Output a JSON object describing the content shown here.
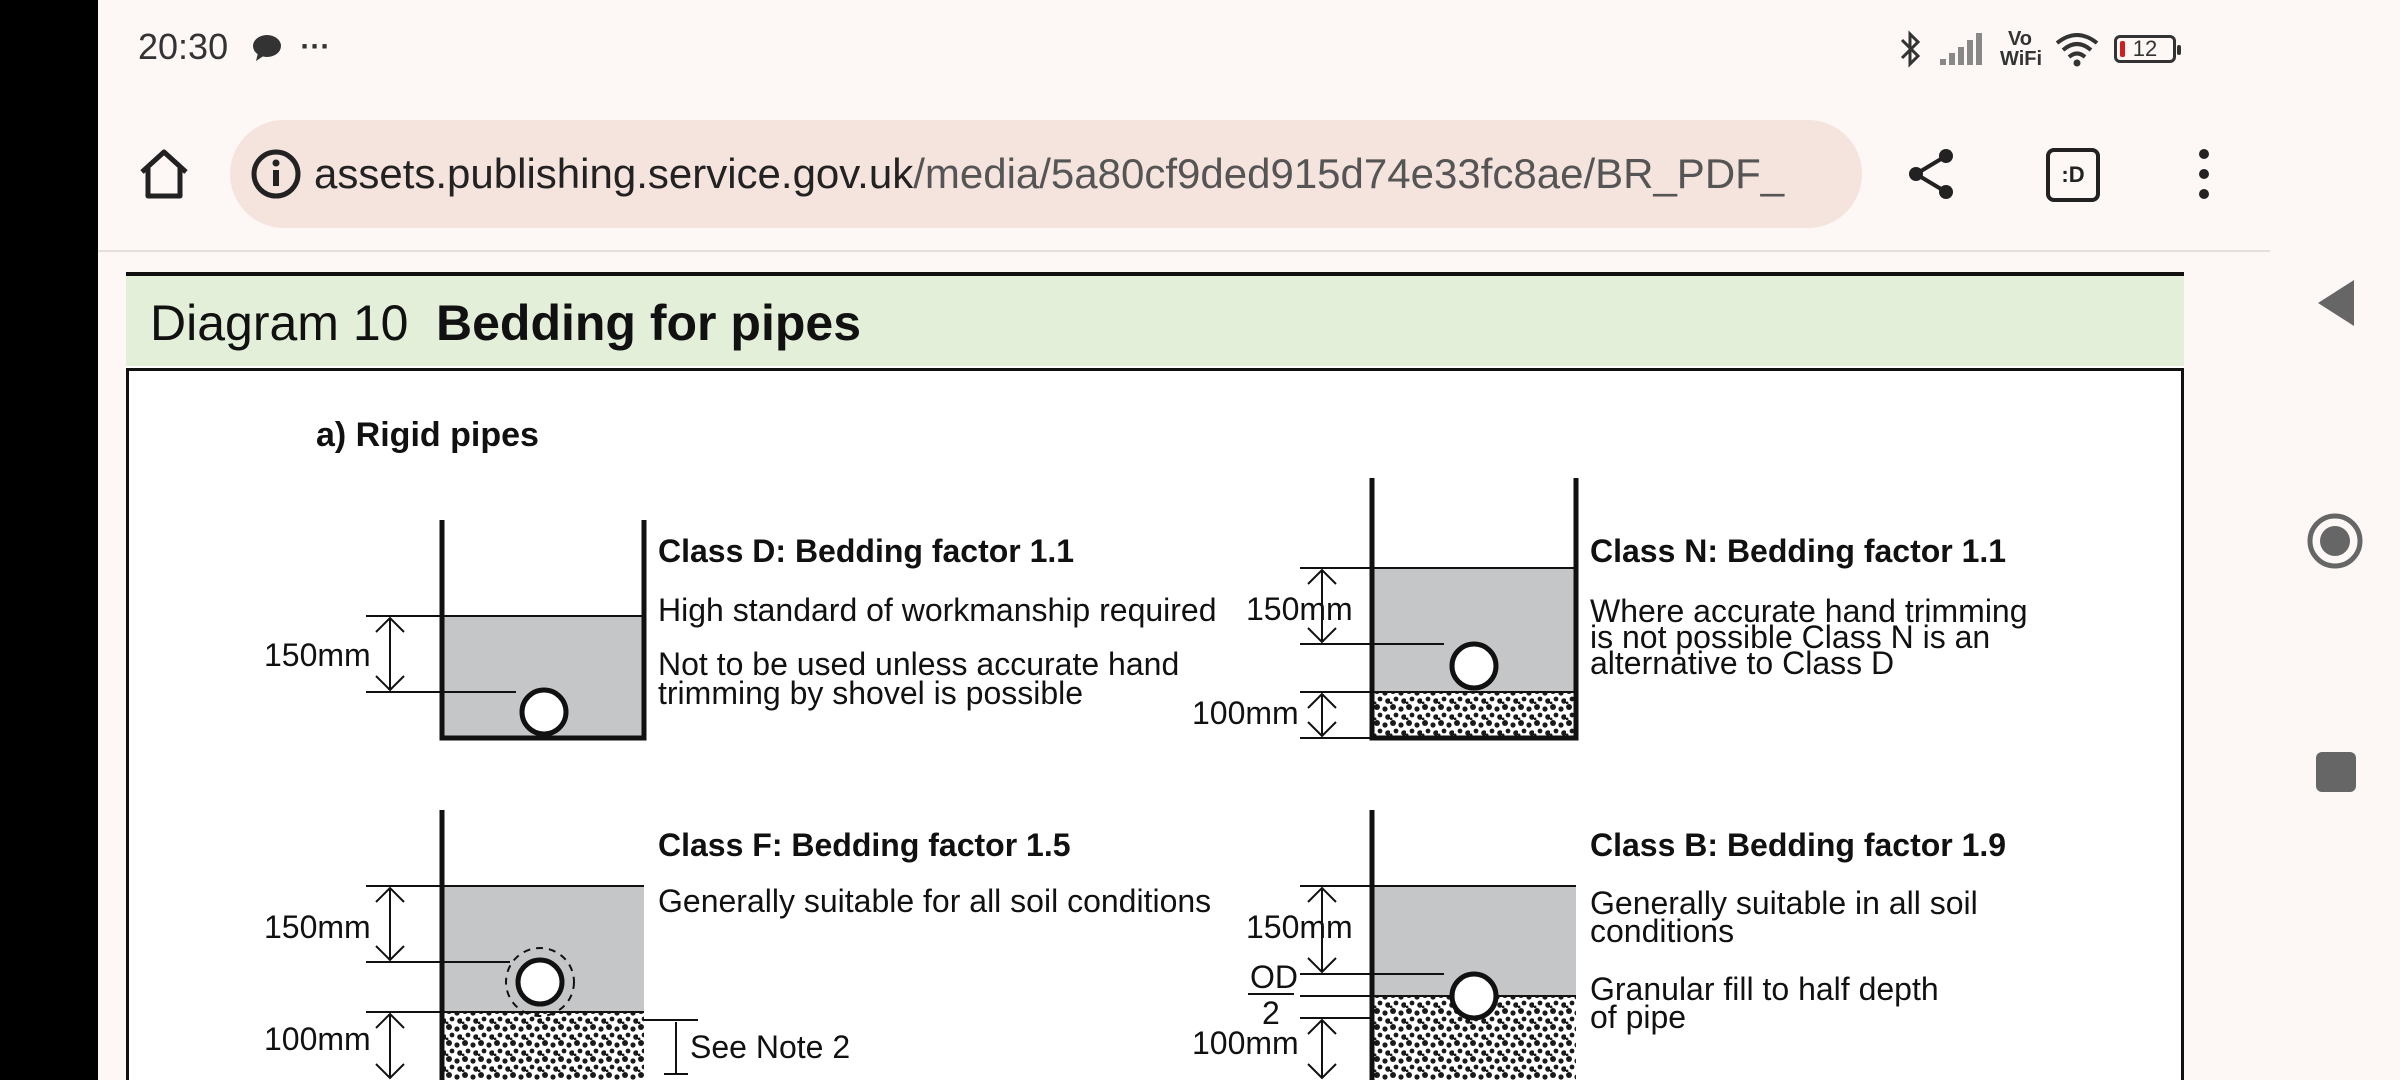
{
  "status": {
    "time": "20:30",
    "more": "···",
    "network": "Vo WiFi",
    "battery": "12"
  },
  "browser": {
    "url_domain": "assets.publishing.service.gov.uk",
    "url_path": "/media/5a80cf9ded915d74e33fc8ae/BR_PDF_",
    "tab_label": ":D"
  },
  "diagram": {
    "number": "Diagram 10",
    "title": "Bedding for pipes",
    "section": "a) Rigid pipes",
    "classes": {
      "d": {
        "heading": "Class D: Bedding factor 1.1",
        "line1": "High standard of workmanship required",
        "line2": "Not to be used unless accurate hand",
        "line3": "trimming by shovel is possible",
        "dim1": "150mm"
      },
      "n": {
        "heading": "Class N: Bedding factor 1.1",
        "line1": "Where accurate hand trimming",
        "line2": "is not possible Class N is an",
        "line3": "alternative to Class D",
        "dim1": "150mm",
        "dim2": "100mm"
      },
      "f": {
        "heading": "Class F: Bedding factor 1.5",
        "line1": "Generally suitable for all soil conditions",
        "dim1": "150mm",
        "dim2": "100mm",
        "note": "See Note 2"
      },
      "b": {
        "heading": "Class B: Bedding factor 1.9",
        "line1": "Generally suitable in all soil",
        "line2": "conditions",
        "line3": "Granular fill to half depth",
        "line4": "of pipe",
        "dim1": "150mm",
        "dim_od": "OD",
        "dim_half": "2",
        "dim2": "100mm"
      }
    }
  },
  "colors": {
    "header_bg": "#e3efd8",
    "url_pill": "#f5e3dd",
    "fill_grey": "#c4c6c8"
  }
}
